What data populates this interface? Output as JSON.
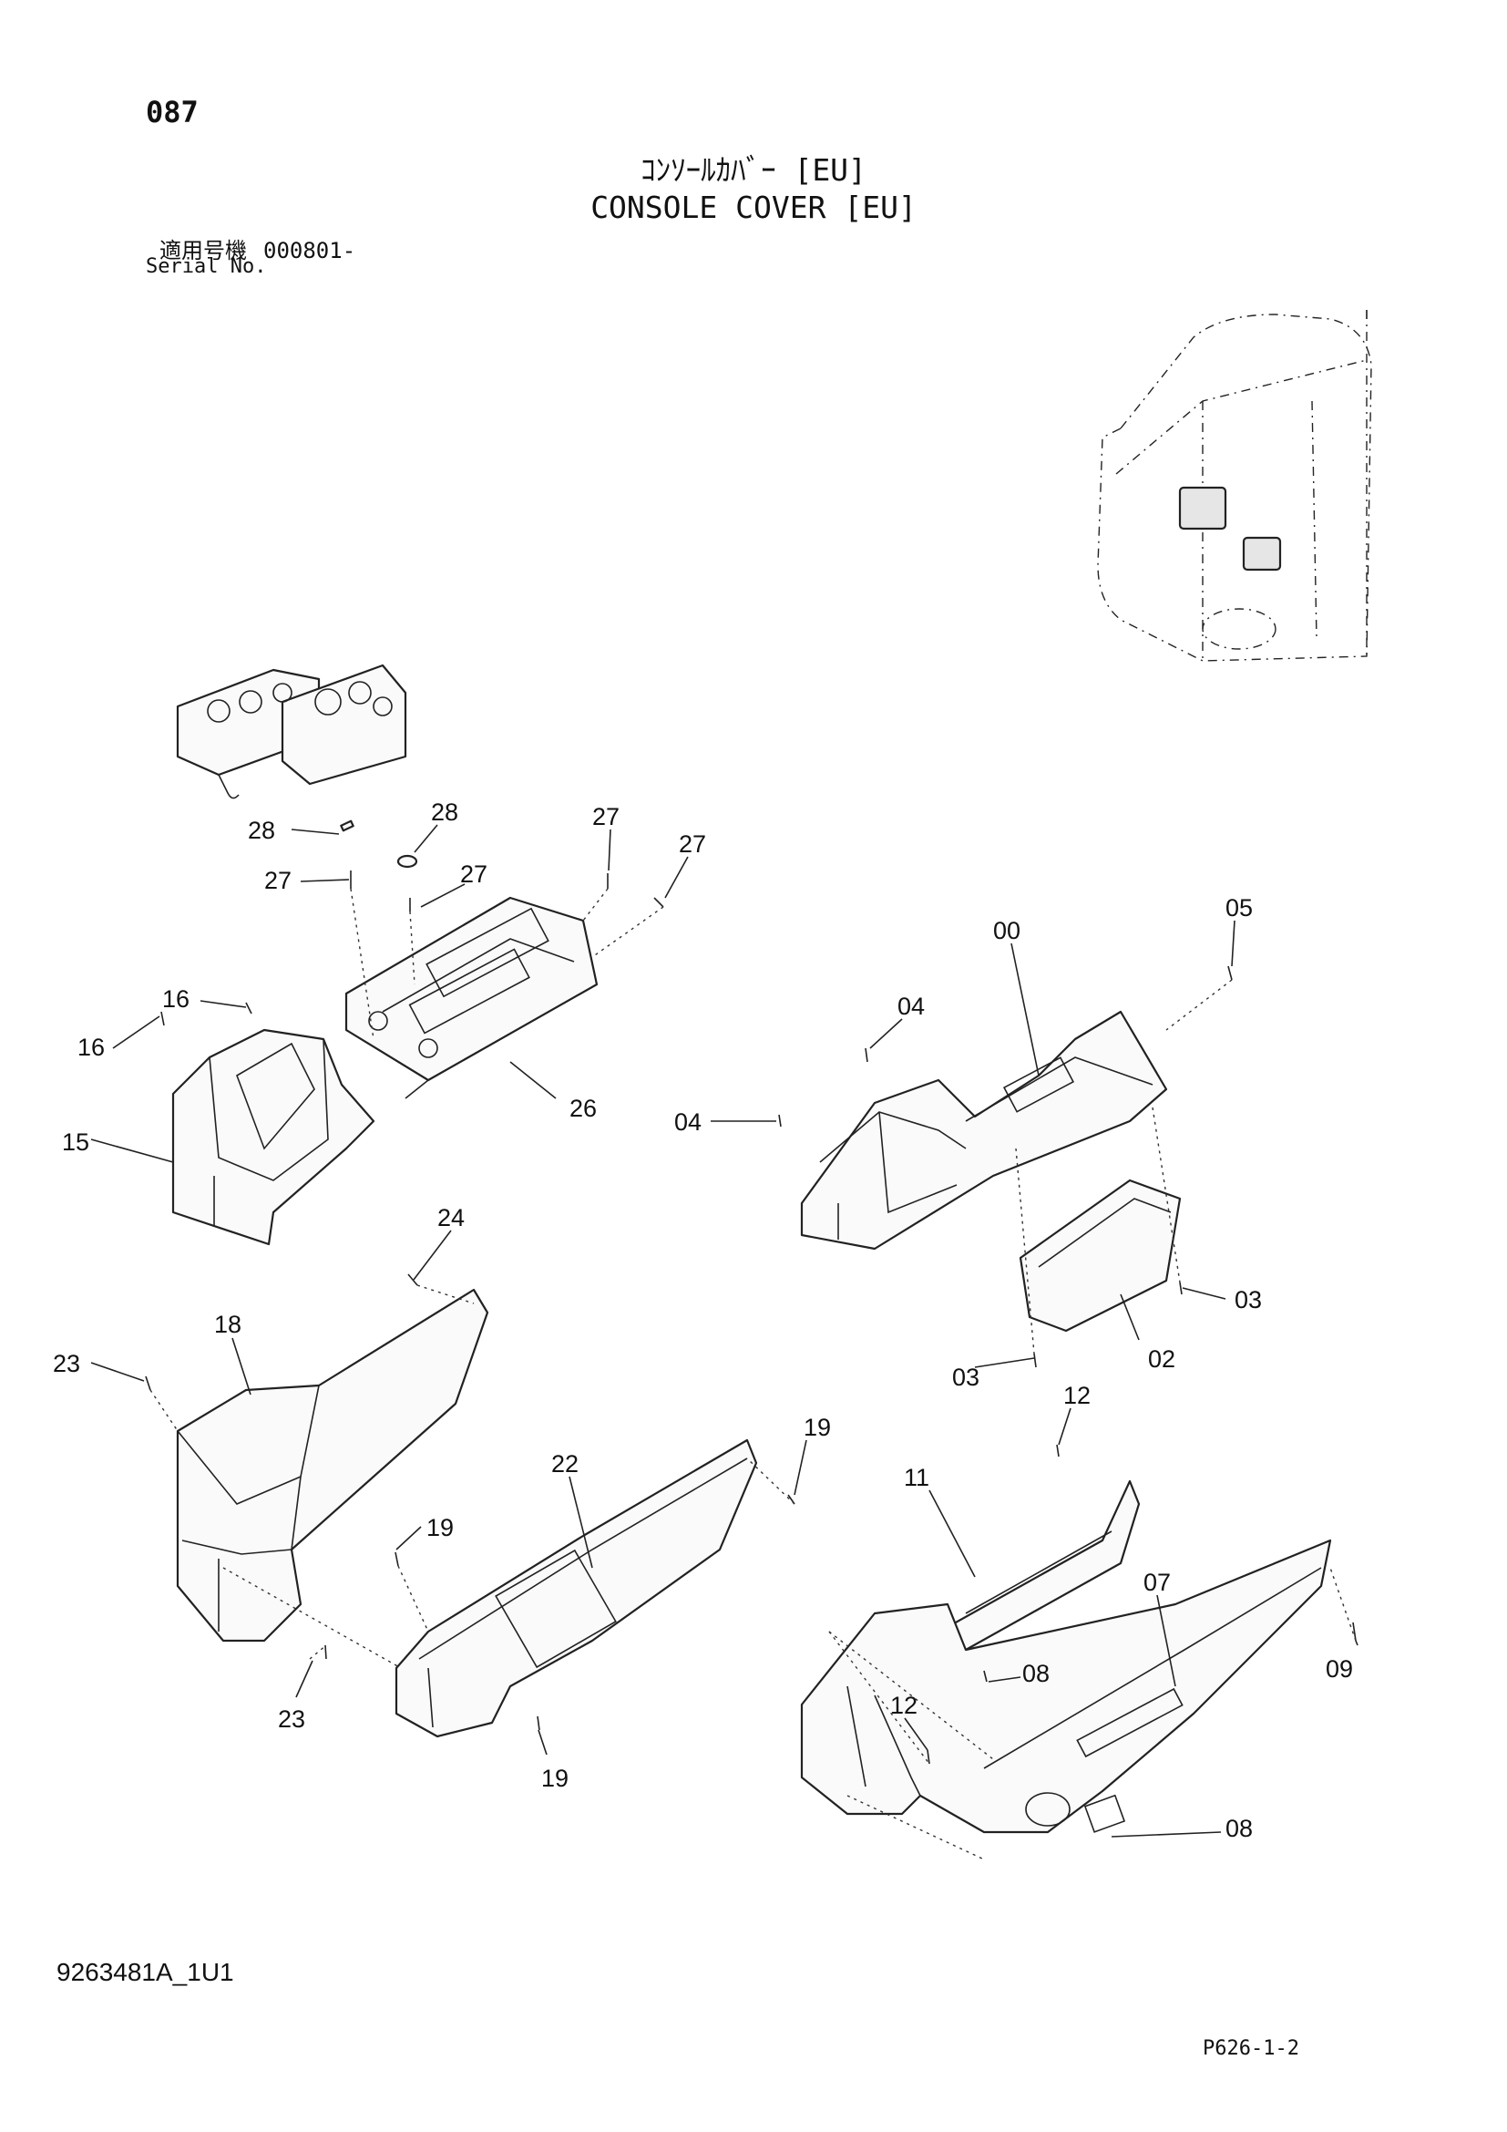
{
  "header": {
    "page_number": "087",
    "title_jp": "ｺﾝｿｰﾙｶﾊﾞｰ [EU]",
    "title_en": "CONSOLE COVER [EU]",
    "serial_label_jp": "適用号機",
    "serial_value": "000801-",
    "serial_label_en": "Serial No."
  },
  "callouts": {
    "c00": "00",
    "c02": "02",
    "c03a": "03",
    "c03b": "03",
    "c04a": "04",
    "c04b": "04",
    "c05": "05",
    "c07": "07",
    "c08a": "08",
    "c08b": "08",
    "c09": "09",
    "c11": "11",
    "c12a": "12",
    "c12b": "12",
    "c15": "15",
    "c16a": "16",
    "c16b": "16",
    "c18": "18",
    "c19a": "19",
    "c19b": "19",
    "c19c": "19",
    "c22": "22",
    "c23a": "23",
    "c23b": "23",
    "c24": "24",
    "c26": "26",
    "c27a": "27",
    "c27b": "27",
    "c27c": "27",
    "c27d": "27",
    "c28a": "28",
    "c28b": "28"
  },
  "footer": {
    "doc_number": "9263481A_1U1",
    "page_ref": "P626-1-2"
  }
}
